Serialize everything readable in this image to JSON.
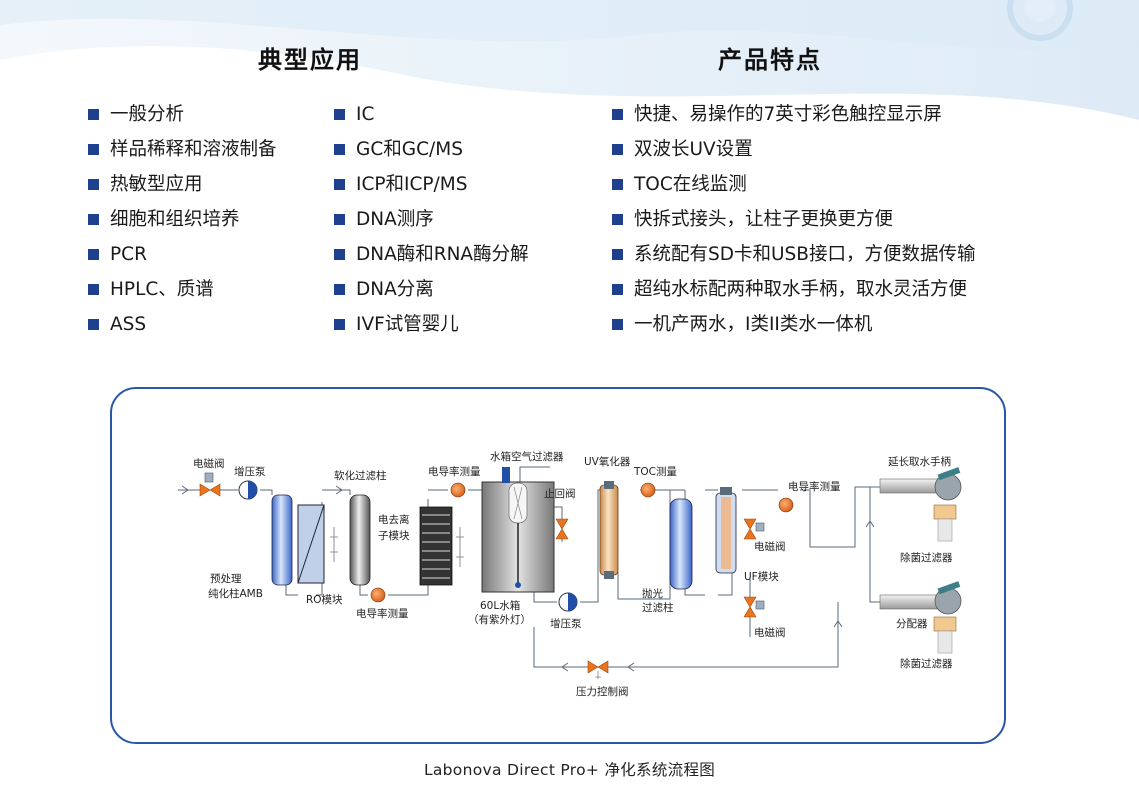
{
  "colors": {
    "accent": "#1f3f8f",
    "frame": "#2a56a8",
    "valve": "#e8741e",
    "pipe": "#5a6b7c"
  },
  "left_heading": "典型应用",
  "right_heading": "产品特点",
  "applications_col1": [
    "一般分析",
    "样品稀释和溶液制备",
    "热敏型应用",
    "细胞和组织培养",
    "PCR",
    "HPLC、质谱",
    "ASS"
  ],
  "applications_col2": [
    "IC",
    "GC和GC/MS",
    "ICP和ICP/MS",
    "DNA测序",
    "DNA酶和RNA酶分解",
    "DNA分离",
    "IVF试管婴儿"
  ],
  "features": [
    "快捷、易操作的7英寸彩色触控显示屏",
    "双波长UV设置",
    "TOC在线监测",
    "快拆式接头，让柱子更换更方便",
    "系统配有SD卡和USB接口，方便数据传输",
    "超纯水标配两种取水手柄，取水灵活方便",
    "一机产两水，I类II类水一体机"
  ],
  "diagram": {
    "solenoid_valve_1": "电磁阀",
    "booster_pump_1": "增压泵",
    "softening_filter": "软化过滤柱",
    "conductivity_1": "电导率测量",
    "tank_air_filter": "水箱空气过滤器",
    "uv_oxidizer": "UV氧化器",
    "check_valve": "止回阀",
    "toc_measure": "TOC测量",
    "edi_line1": "电去离",
    "edi_line2": "子模块",
    "pretreat_line1": "预处理",
    "pretreat_line2": "纯化柱AMB",
    "ro_module": "RO模块",
    "conductivity_2": "电导率测量",
    "tank_line1": "60L水箱",
    "tank_line2": "（有紫外灯）",
    "booster_pump_2": "增压泵",
    "polish_line1": "抛光",
    "polish_line2": "过滤柱",
    "conductivity_3": "电导率测量",
    "solenoid_valve_2": "电磁阀",
    "uf_module": "UF模块",
    "solenoid_valve_3": "电磁阀",
    "extended_handle": "延长取水手柄",
    "sterile_filter_1": "除菌过滤器",
    "dispenser": "分配器",
    "sterile_filter_2": "除菌过滤器",
    "pressure_valve": "压力控制阀"
  },
  "caption": "Labonova Direct Pro+ 净化系统流程图"
}
